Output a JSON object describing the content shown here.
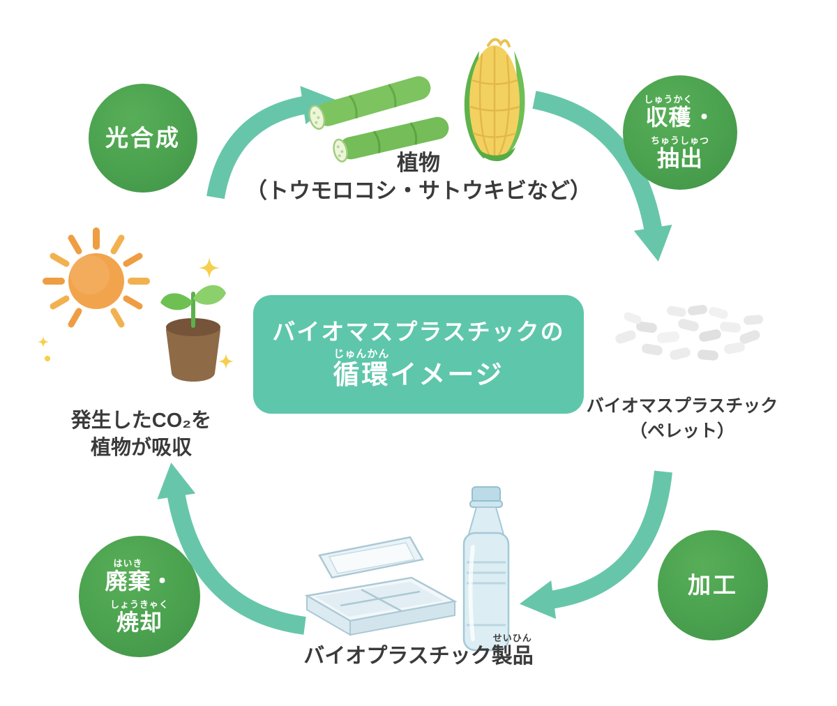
{
  "title": {
    "line1": "バイオマスプラスチックの",
    "line2_ruby_text": "じゅんかん",
    "line2_ruby_base": "循環",
    "line2_rest": "イメージ"
  },
  "steps": {
    "photosynthesis": {
      "label": "光合成"
    },
    "harvest_extract": {
      "line1_ruby": "しゅうかく",
      "line1_base": "収穫",
      "line1_suffix": "・",
      "line2_ruby": "ちゅうしゅつ",
      "line2_base": "抽出"
    },
    "processing": {
      "label": "加工"
    },
    "disposal_incineration": {
      "line1_ruby": "はいき",
      "line1_base": "廃棄",
      "line1_suffix": "・",
      "line2_ruby": "しょうきゃく",
      "line2_base": "焼却"
    }
  },
  "nodes": {
    "plants": {
      "line1": "植物",
      "line2": "（トウモロコシ・サトウキビなど）"
    },
    "pellets": {
      "line1": "バイオマスプラスチック",
      "line2": "（ペレット）"
    },
    "products": {
      "base": "バイオプラスチック",
      "ruby_text": "せいひん",
      "ruby_base": "製品"
    },
    "co2_absorption": {
      "line1": "発生したCO₂を",
      "line2": "植物が吸収"
    }
  },
  "icons": {
    "plants": "corn-and-sugarcane",
    "pellets": "plastic-pellets",
    "products": "bottle-and-container",
    "co2_absorption": "sun-and-sprout"
  },
  "colors": {
    "step_circle_green": "#4aa14e",
    "arrow_teal": "#67c6a9",
    "title_bg_teal": "#5ec6ab",
    "text_dark": "#3a3a3a",
    "background": "#ffffff"
  }
}
